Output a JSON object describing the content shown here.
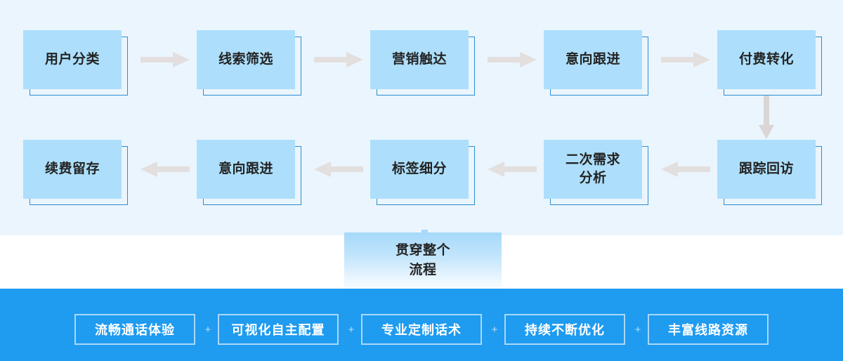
{
  "colors": {
    "background_top": "#ebf5fd",
    "background_white": "#ffffff",
    "bottom_bar": "#1f9bf0",
    "node_fill": "#addffc",
    "node_outline": "#2b8fd4",
    "arrow": "#e2dfde",
    "node_text": "#232323",
    "chip_text": "#ffffff",
    "chip_border": "rgba(255,255,255,0.62)",
    "plus_sign": "#bfe2fa"
  },
  "flow": {
    "row1": [
      {
        "label": "用户分类"
      },
      {
        "label": "线索筛选"
      },
      {
        "label": "营销触达"
      },
      {
        "label": "意向跟进"
      },
      {
        "label": "付费转化"
      }
    ],
    "row2": [
      {
        "label": "续费留存"
      },
      {
        "label": "意向跟进"
      },
      {
        "label": "标签细分"
      },
      {
        "label": "二次需求\n分析"
      },
      {
        "label": "跟踪回访"
      }
    ],
    "arrows": {
      "row1_direction": "right",
      "row2_direction": "left",
      "connector_direction": "down"
    }
  },
  "through_box": {
    "label": "贯穿整个\n流程"
  },
  "features": {
    "separator": "+",
    "items": [
      {
        "label": "流畅通话体验"
      },
      {
        "label": "可视化自主配置"
      },
      {
        "label": "专业定制话术"
      },
      {
        "label": "持续不断优化"
      },
      {
        "label": "丰富线路资源"
      }
    ]
  }
}
